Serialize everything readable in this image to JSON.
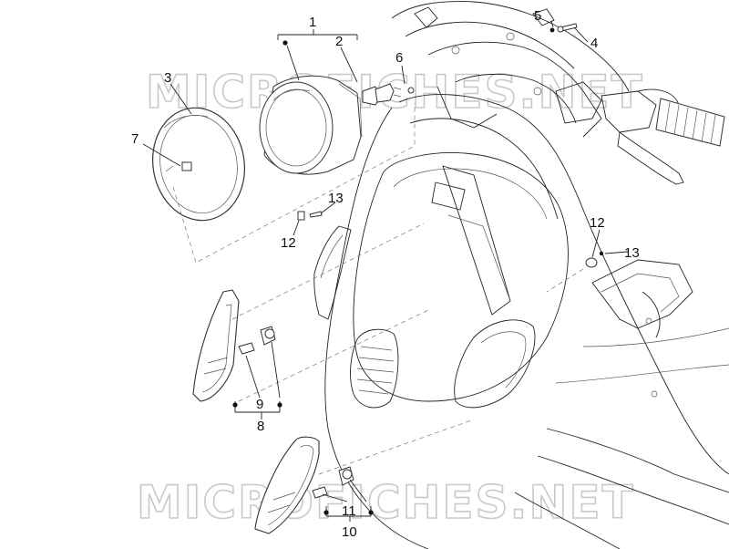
{
  "watermark": "MICROFICHES.NET",
  "callouts": {
    "n1": "1",
    "n2": "2",
    "n3": "3",
    "n4": "4",
    "n5": "5",
    "n6": "6",
    "n7": "7",
    "n8": "8",
    "n9": "9",
    "n10": "10",
    "n11": "11",
    "n12a": "12",
    "n12b": "12",
    "n13a": "13",
    "n13b": "13"
  },
  "icons": {
    "headlight": "headlight-unit-drawing",
    "bulb": "bulb-drawing",
    "trim_ring": "headlight-trim-ring-drawing",
    "turn_signal": "turn-signal-lens-drawing",
    "scooter": "scooter-front-shield-drawing"
  }
}
